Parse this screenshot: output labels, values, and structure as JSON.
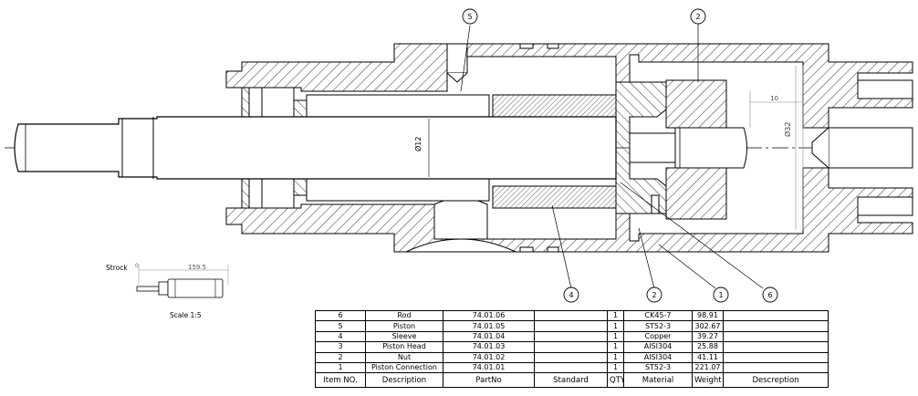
{
  "balloons": {
    "b5_top": "5",
    "b2_top": "2",
    "b4_bottom": "4",
    "b2_bottom": "2",
    "b1_bottom": "1",
    "b6_bottom": "6"
  },
  "dims": {
    "rod_dia": "Ø12",
    "bore_dia": "Ø32",
    "depth": "10",
    "stroke_len": "159.5"
  },
  "notes": {
    "stroke_label": "Strock",
    "scale_label": "Scale 1:5",
    "stroke_zero": "0"
  },
  "bom": {
    "header": [
      "Item NO.",
      "Description",
      "PartNo",
      "Standard",
      "QTY.",
      "Material",
      "Weight",
      "Descreption"
    ],
    "rows": [
      [
        "6",
        "Rod",
        "74.01.06",
        "",
        "1",
        "CK45-7",
        "98.91",
        ""
      ],
      [
        "5",
        "Piston",
        "74.01.05",
        "",
        "1",
        "ST52-3",
        "302.67",
        ""
      ],
      [
        "4",
        "Sleeve",
        "74.01.04",
        "",
        "1",
        "Copper",
        "39.27",
        ""
      ],
      [
        "3",
        "Piston Head",
        "74.01.03",
        "",
        "1",
        "AISI304",
        "25.88",
        ""
      ],
      [
        "2",
        "Nut",
        "74.01.02",
        "",
        "1",
        "AISI304",
        "41.11",
        ""
      ],
      [
        "1",
        "Piston Connection",
        "74.01.01",
        "",
        "1",
        "ST52-3",
        "221.07",
        ""
      ]
    ]
  }
}
